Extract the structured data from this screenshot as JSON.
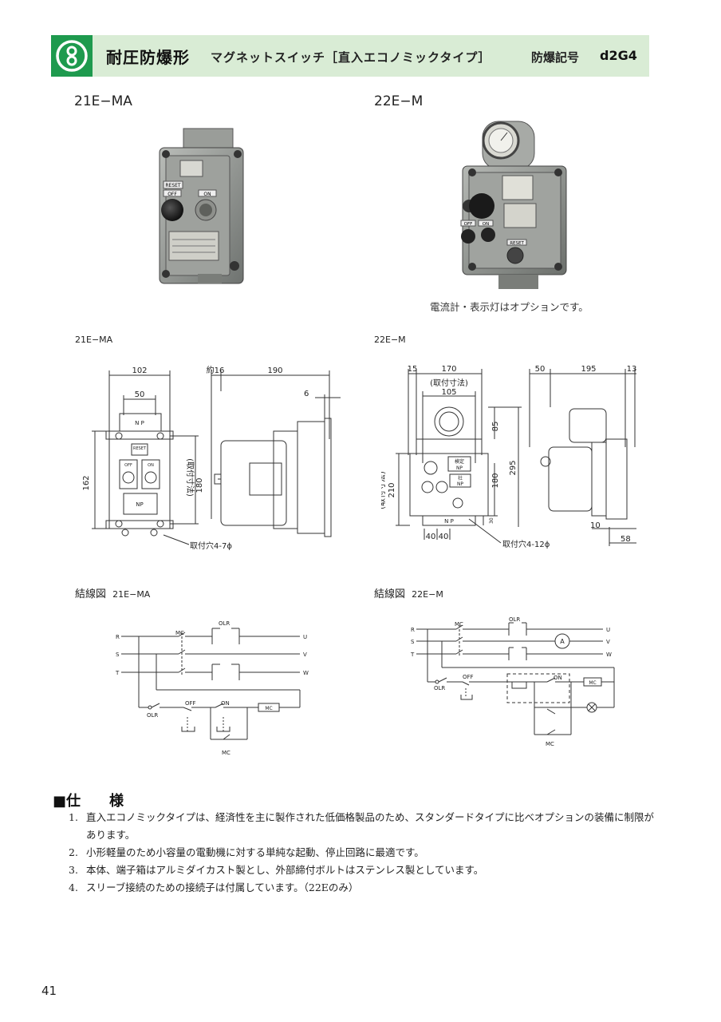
{
  "header": {
    "title": "耐圧防爆形",
    "subtitle": "マグネットスイッチ［直入エコノミックタイプ］",
    "code_label": "防爆記号",
    "code": "d2G4"
  },
  "photos": {
    "left_model": "21E−MA",
    "right_model": "22E−M",
    "left_labels": {
      "reset": "RESET",
      "off": "OFF",
      "on": "ON"
    },
    "right_labels": {
      "off": "OFF",
      "on": "ON",
      "reset": "RESET"
    },
    "caption": "電流計・表示灯はオプションです。"
  },
  "dims_left": {
    "model": "21E−MA",
    "w102": "102",
    "w50": "50",
    "about16": "約16",
    "d190": "190",
    "d6": "6",
    "h162": "162",
    "h180": "180",
    "mount_dim": "(取付寸法)",
    "np": "N P",
    "np2": "NP",
    "reset": "RESET",
    "off": "OFF",
    "on": "ON",
    "hole": "取付穴4-7ϕ"
  },
  "dims_right": {
    "model": "22E−M",
    "w15": "15",
    "w170": "170",
    "mount_dim": "(取付寸法)",
    "w105": "105",
    "d50": "50",
    "d195": "195",
    "d13": "13",
    "h85": "85",
    "h180": "180",
    "h295": "295",
    "h210": "210",
    "w40a": "40",
    "w40b": "40",
    "d10": "10",
    "d58": "58",
    "np_label": "N P",
    "spec_np1": "検定",
    "spec_np2": "NP",
    "company_np1": "社",
    "company_np2": "NP",
    "h30": "30",
    "hole": "取付穴4-12ϕ"
  },
  "wiring_left": {
    "title": "結線図",
    "model": "21E−MA",
    "r": "R",
    "s": "S",
    "t": "T",
    "u": "U",
    "v": "V",
    "w": "W",
    "mc": "MC",
    "olr": "OLR",
    "off": "OFF",
    "on": "ON",
    "mc_coil": "MC",
    "olr_contact": "OLR",
    "mc_aux": "MC"
  },
  "wiring_right": {
    "title": "結線図",
    "model": "22E−M",
    "r": "R",
    "s": "S",
    "t": "T",
    "u": "U",
    "v": "V",
    "w": "W",
    "mc": "MC",
    "olr": "OLR",
    "ammeter": "A",
    "off": "OFF",
    "on": "ON",
    "mc_coil": "MC",
    "olr_contact": "OLR",
    "mc_aux": "MC"
  },
  "specs": {
    "title": "■仕　　様",
    "items": [
      {
        "num": "1.",
        "text": "直入エコノミックタイプは、経済性を主に製作された低価格製品のため、スタンダードタイプに比べオプションの装備に制限があります。"
      },
      {
        "num": "2.",
        "text": "小形軽量のため小容量の電動機に対する単純な起動、停止回路に最適です。"
      },
      {
        "num": "3.",
        "text": "本体、端子箱はアルミダイカスト製とし、外部締付ボルトはステンレス製としています。"
      },
      {
        "num": "4.",
        "text": "スリーブ接続のための接続子は付属しています。（22Eのみ）"
      }
    ]
  },
  "page_number": "41",
  "colors": {
    "brand_green": "#1e9a4e",
    "header_bg": "#d9ecd5"
  }
}
